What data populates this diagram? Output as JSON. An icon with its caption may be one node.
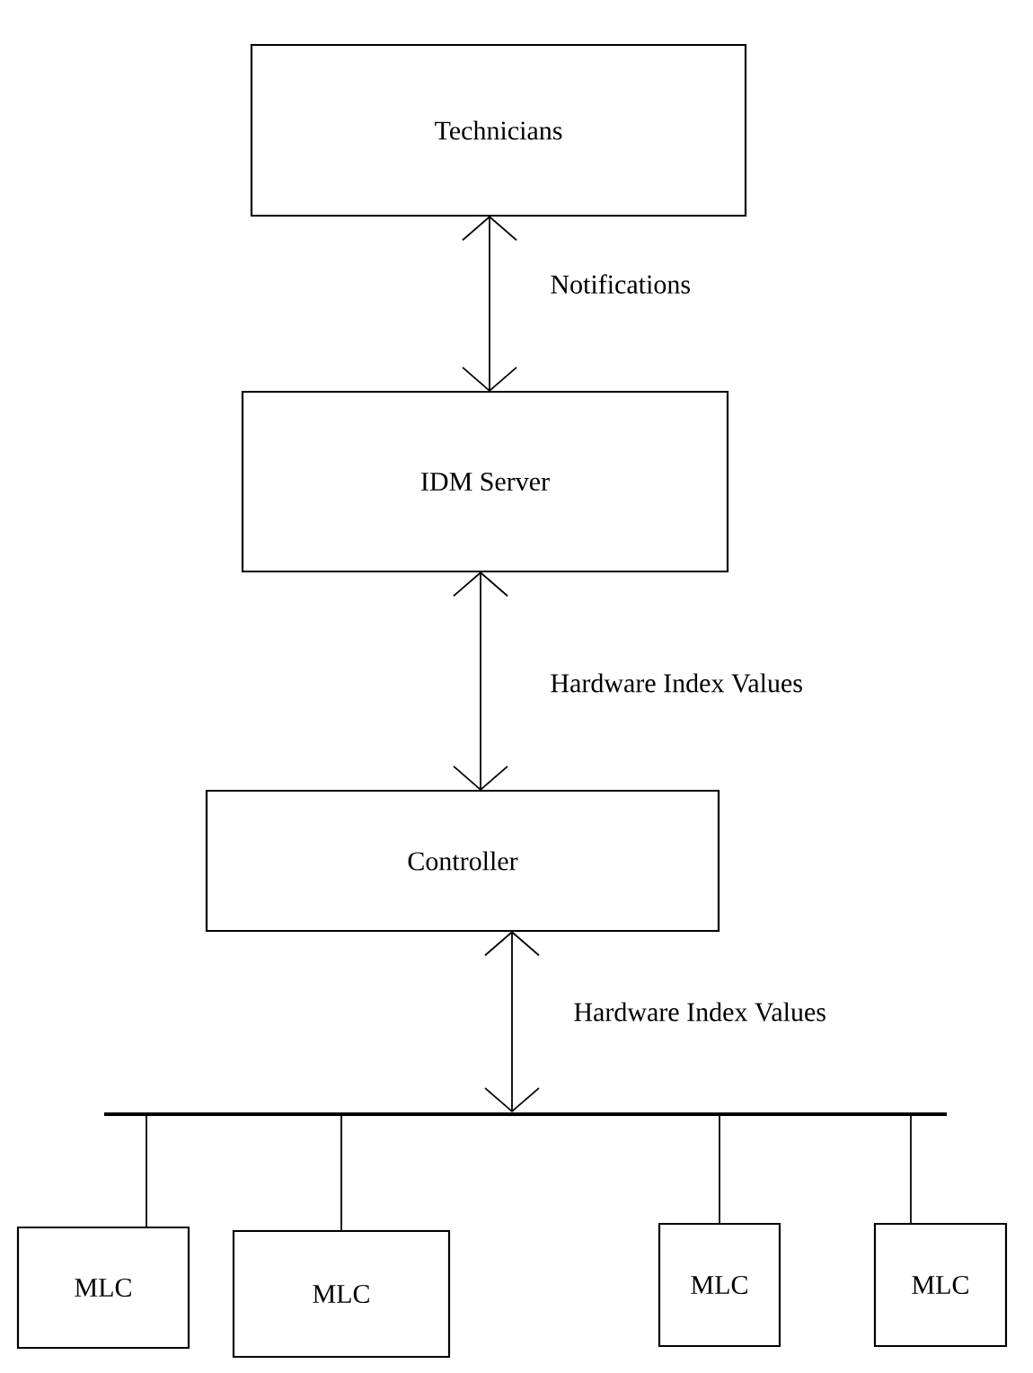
{
  "diagram": {
    "nodes": [
      {
        "text": [
          "Technicians"
        ]
      },
      {
        "text": [
          "IDM Server"
        ]
      },
      {
        "text": [
          "Controller"
        ]
      },
      {
        "text": [],
        "shape": "bar"
      },
      {
        "text": [
          "MLC"
        ]
      },
      {
        "text": [
          "MLC"
        ]
      },
      {
        "text": [
          "MLC"
        ]
      },
      {
        "text": [
          "MLC"
        ]
      }
    ],
    "edges": [
      {
        "from": 0,
        "to": 1,
        "arrow": "both",
        "label": "Notifications"
      },
      {
        "from": 1,
        "to": 2,
        "arrow": "both",
        "label": "Hardware Index Values"
      },
      {
        "from": 2,
        "to": 3,
        "arrow": "both",
        "label": "Hardware Index Values"
      },
      {
        "from": 3,
        "to": 4,
        "arrow": "none"
      },
      {
        "from": 3,
        "to": 5,
        "arrow": "none"
      },
      {
        "from": 3,
        "to": 6,
        "arrow": "none"
      },
      {
        "from": 3,
        "to": 7,
        "arrow": "none"
      }
    ]
  }
}
